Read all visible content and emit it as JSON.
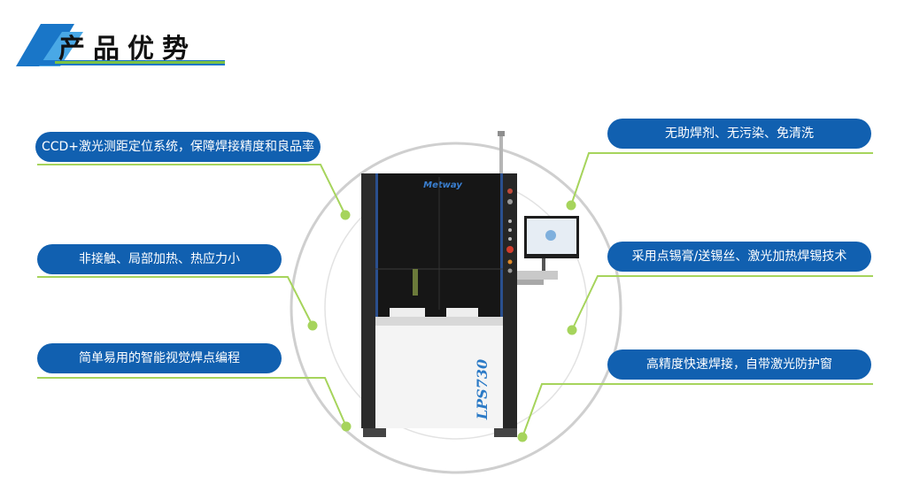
{
  "header": {
    "title": "产品优势"
  },
  "features": {
    "left": [
      {
        "label": "CCD+激光测距定位系统，保障焊接精度和良品率"
      },
      {
        "label": "非接触、局部加热、热应力小"
      },
      {
        "label": "简单易用的智能视觉焊点编程"
      }
    ],
    "right": [
      {
        "label": "无助焊剂、无污染、免清洗"
      },
      {
        "label": "采用点锡膏/送锡丝、激光加热焊锡技术"
      },
      {
        "label": "高精度快速焊接，自带激光防护窗"
      }
    ]
  },
  "machine": {
    "brand": "Metway",
    "model": "LPS730"
  },
  "colors": {
    "pill": "#1160b0",
    "connector": "#a6d45c",
    "circle": "#c8c8c8",
    "title_bar_blue": "#1976c8",
    "title_bar_green": "#7cc242"
  }
}
